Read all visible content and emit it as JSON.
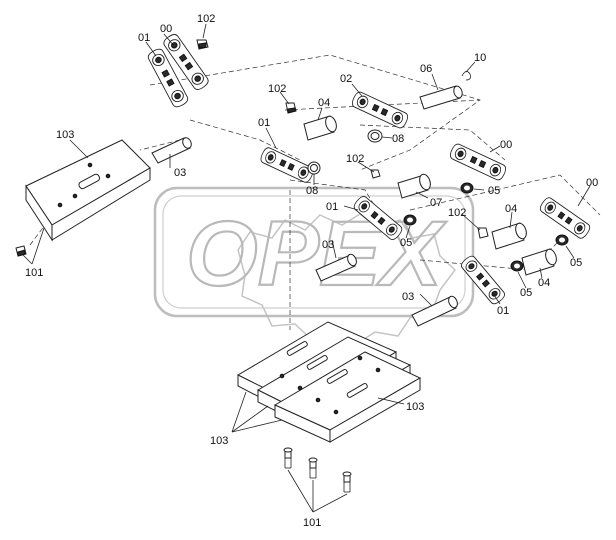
{
  "watermark": {
    "text": "OPEX"
  },
  "labels": [
    {
      "id": "l00a",
      "text": "00"
    },
    {
      "id": "l01a",
      "text": "01"
    },
    {
      "id": "l102a",
      "text": "102"
    },
    {
      "id": "l103a",
      "text": "103"
    },
    {
      "id": "l03a",
      "text": "03"
    },
    {
      "id": "l101a",
      "text": "101"
    },
    {
      "id": "l102b",
      "text": "102"
    },
    {
      "id": "l04a",
      "text": "04"
    },
    {
      "id": "l02",
      "text": "02"
    },
    {
      "id": "l06",
      "text": "06"
    },
    {
      "id": "l10",
      "text": "10"
    },
    {
      "id": "l08a",
      "text": "08"
    },
    {
      "id": "l01b",
      "text": "01"
    },
    {
      "id": "l08b",
      "text": "08"
    },
    {
      "id": "l102c",
      "text": "102"
    },
    {
      "id": "l00b",
      "text": "00"
    },
    {
      "id": "l05a",
      "text": "05"
    },
    {
      "id": "l07",
      "text": "07"
    },
    {
      "id": "l01c",
      "text": "01"
    },
    {
      "id": "l05b",
      "text": "05"
    },
    {
      "id": "l03b",
      "text": "03"
    },
    {
      "id": "l102d",
      "text": "102"
    },
    {
      "id": "l04b",
      "text": "04"
    },
    {
      "id": "l00c",
      "text": "00"
    },
    {
      "id": "l05c",
      "text": "05"
    },
    {
      "id": "l04c",
      "text": "04"
    },
    {
      "id": "l05d",
      "text": "05"
    },
    {
      "id": "l03c",
      "text": "03"
    },
    {
      "id": "l01d",
      "text": "01"
    },
    {
      "id": "l103b",
      "text": "103"
    },
    {
      "id": "l103c",
      "text": "103"
    },
    {
      "id": "l101b",
      "text": "101"
    }
  ]
}
